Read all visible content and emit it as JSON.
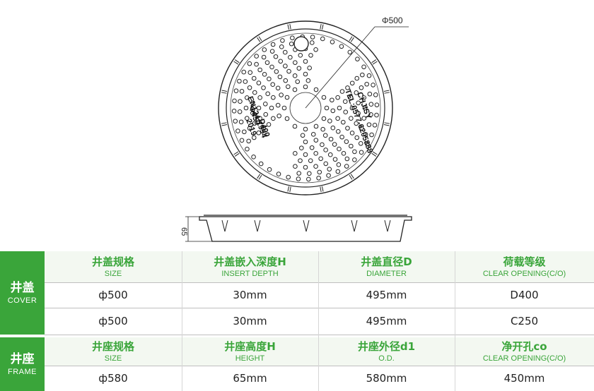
{
  "drawing": {
    "diameter_label": "Φ500",
    "height_label": "65",
    "cover_texts": [
      "CHJISY",
      "TEL:0577-6205888",
      "EN124:1994",
      "D400",
      "Φ450",
      "2019"
    ]
  },
  "table": {
    "columns": [
      {
        "cn": "井盖规格",
        "en": "SIZE"
      },
      {
        "cn": "井盖嵌入深度H",
        "en": "INSERT DEPTH"
      },
      {
        "cn": "井盖直径D",
        "en": "DIAMETER"
      },
      {
        "cn": "荷载等级",
        "en": "CLEAR OPENING(C/O)"
      }
    ],
    "cover_label": {
      "cn": "井盖",
      "en": "COVER"
    },
    "cover_rows": [
      [
        "ф500",
        "30mm",
        "495mm",
        "D400"
      ],
      [
        "ф500",
        "30mm",
        "495mm",
        "C250"
      ]
    ],
    "frame_label": {
      "cn": "井座",
      "en": "FRAME"
    },
    "frame_columns": [
      {
        "cn": "井座规格",
        "en": "SIZE"
      },
      {
        "cn": "井座高度H",
        "en": "HEIGHT"
      },
      {
        "cn": "井座外径d1",
        "en": "O.D."
      },
      {
        "cn": "净开孔co",
        "en": "CLEAR OPENING(C/O)"
      }
    ],
    "frame_rows": [
      [
        "ф580",
        "65mm",
        "580mm",
        "450mm"
      ]
    ]
  }
}
